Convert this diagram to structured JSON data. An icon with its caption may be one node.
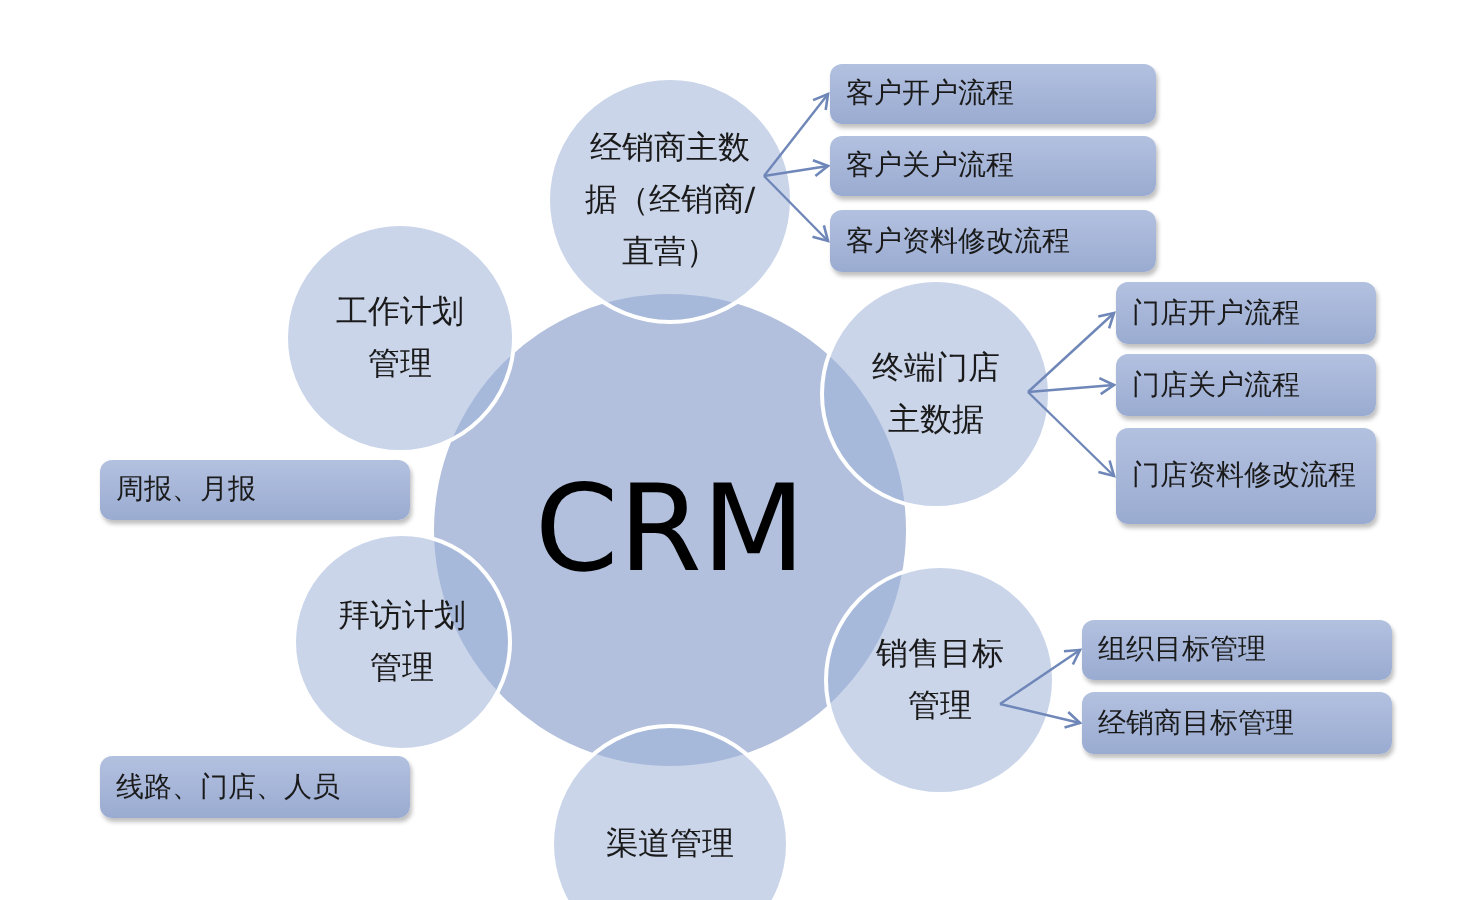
{
  "diagram": {
    "nodes": [
      {
        "text": [
          "经销商主数据（经销商/直营）"
        ]
      },
      {
        "text": [
          "客户开户流程"
        ]
      },
      {
        "text": [
          "客户关户流程"
        ]
      },
      {
        "text": [
          "客户资料修改流程"
        ]
      },
      {
        "text": [
          "工作计划管理"
        ]
      },
      {
        "text": [
          "终端门店主数据"
        ]
      },
      {
        "text": [
          "门店开户流程"
        ]
      },
      {
        "text": [
          "门店关户流程"
        ]
      },
      {
        "text": [
          "门店资料修改流程"
        ]
      },
      {
        "text": [
          "周报、月报"
        ]
      },
      {
        "text": [
          "CRM"
        ]
      },
      {
        "text": [
          "拜访计划管理"
        ]
      },
      {
        "text": [
          "销售目标管理"
        ]
      },
      {
        "text": [
          "组织目标管理"
        ]
      },
      {
        "text": [
          "经销商目标管理"
        ]
      },
      {
        "text": [
          "线路、门店、人员"
        ]
      },
      {
        "text": [
          "渠道管理"
        ]
      }
    ],
    "edges": [
      {
        "from": 0,
        "to": 1,
        "arrow": "to"
      },
      {
        "from": 0,
        "to": 2,
        "arrow": "to"
      },
      {
        "from": 0,
        "to": 3,
        "arrow": "to"
      },
      {
        "from": 5,
        "to": 6,
        "arrow": "to"
      },
      {
        "from": 5,
        "to": 7,
        "arrow": "to"
      },
      {
        "from": 5,
        "to": 8,
        "arrow": "to"
      },
      {
        "from": 12,
        "to": 13,
        "arrow": "to"
      },
      {
        "from": 12,
        "to": 14,
        "arrow": "to"
      }
    ]
  }
}
